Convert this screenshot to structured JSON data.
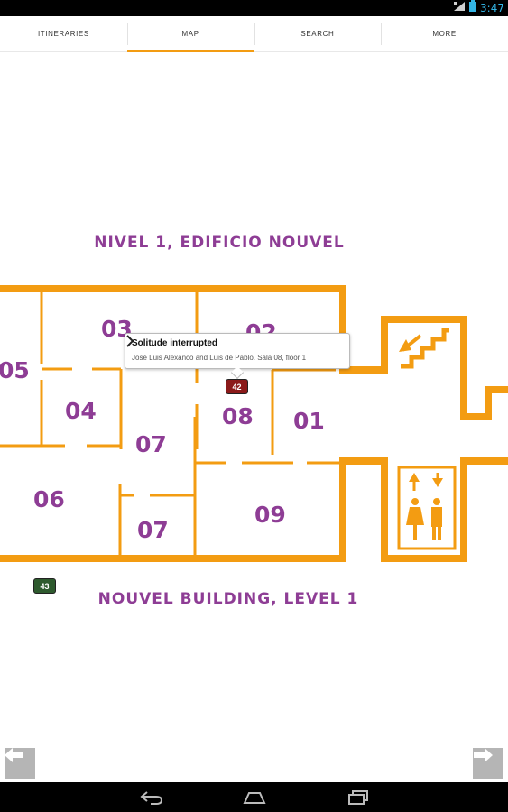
{
  "status_bar": {
    "time": "3:47",
    "icons": [
      "signal-icon",
      "battery-icon"
    ]
  },
  "tabs": [
    {
      "label": "ITINERARIES",
      "active": false
    },
    {
      "label": "MAP",
      "active": true
    },
    {
      "label": "SEARCH",
      "active": false
    },
    {
      "label": "MORE",
      "active": false
    }
  ],
  "map": {
    "title_top": "NIVEL 1, EDIFICIO NOUVEL",
    "title_bottom": "NOUVEL BUILDING, LEVEL 1",
    "rooms": [
      "05",
      "03",
      "02",
      "04",
      "08",
      "01",
      "07",
      "06",
      "07",
      "09"
    ],
    "facilities": [
      "stairs-icon",
      "elevator-icon",
      "restroom-icon"
    ],
    "colors": {
      "wall": "#f39c12",
      "room_label": "#8e3d95"
    }
  },
  "markers": [
    {
      "label": "42",
      "color": "#8b1a1a"
    },
    {
      "label": "43",
      "color": "#2e5a2e"
    }
  ],
  "callout": {
    "title": "Solitude interrupted",
    "subtitle": "José Luis Alexanco and Luis de Pablo. Sala 08, floor 1"
  },
  "pager": {
    "prev_icon": "arrow-left-icon",
    "next_icon": "arrow-right-icon"
  },
  "navbar": {
    "icons": [
      "back-icon",
      "home-icon",
      "recents-icon"
    ]
  }
}
